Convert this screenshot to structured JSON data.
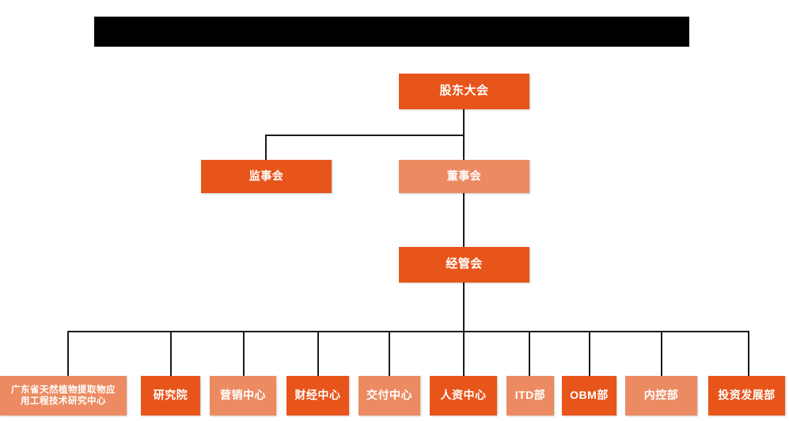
{
  "diagram": {
    "title_bar": {
      "name": "redacted-title-bar",
      "text": ""
    },
    "colors": {
      "background": "#ffffff",
      "node_dark": "#E8551B",
      "node_light": "#EC8B62",
      "connector": "#1a1a1a",
      "node_text": "#ffffff",
      "redaction": "#000000"
    },
    "nodes": {
      "shareholders_meeting": "股东大会",
      "board_of_supervisors": "监事会",
      "board_of_directors": "董事会",
      "management_committee": "经管会",
      "dept_1": "广东省天然植物提取物应\n用工程技术研究中心",
      "dept_2": "研究院",
      "dept_3": "营销中心",
      "dept_4": "财经中心",
      "dept_5": "交付中心",
      "dept_6": "人资中心",
      "dept_7": "ITD部",
      "dept_8": "OBM部",
      "dept_9": "内控部",
      "dept_10": "投资发展部"
    }
  }
}
